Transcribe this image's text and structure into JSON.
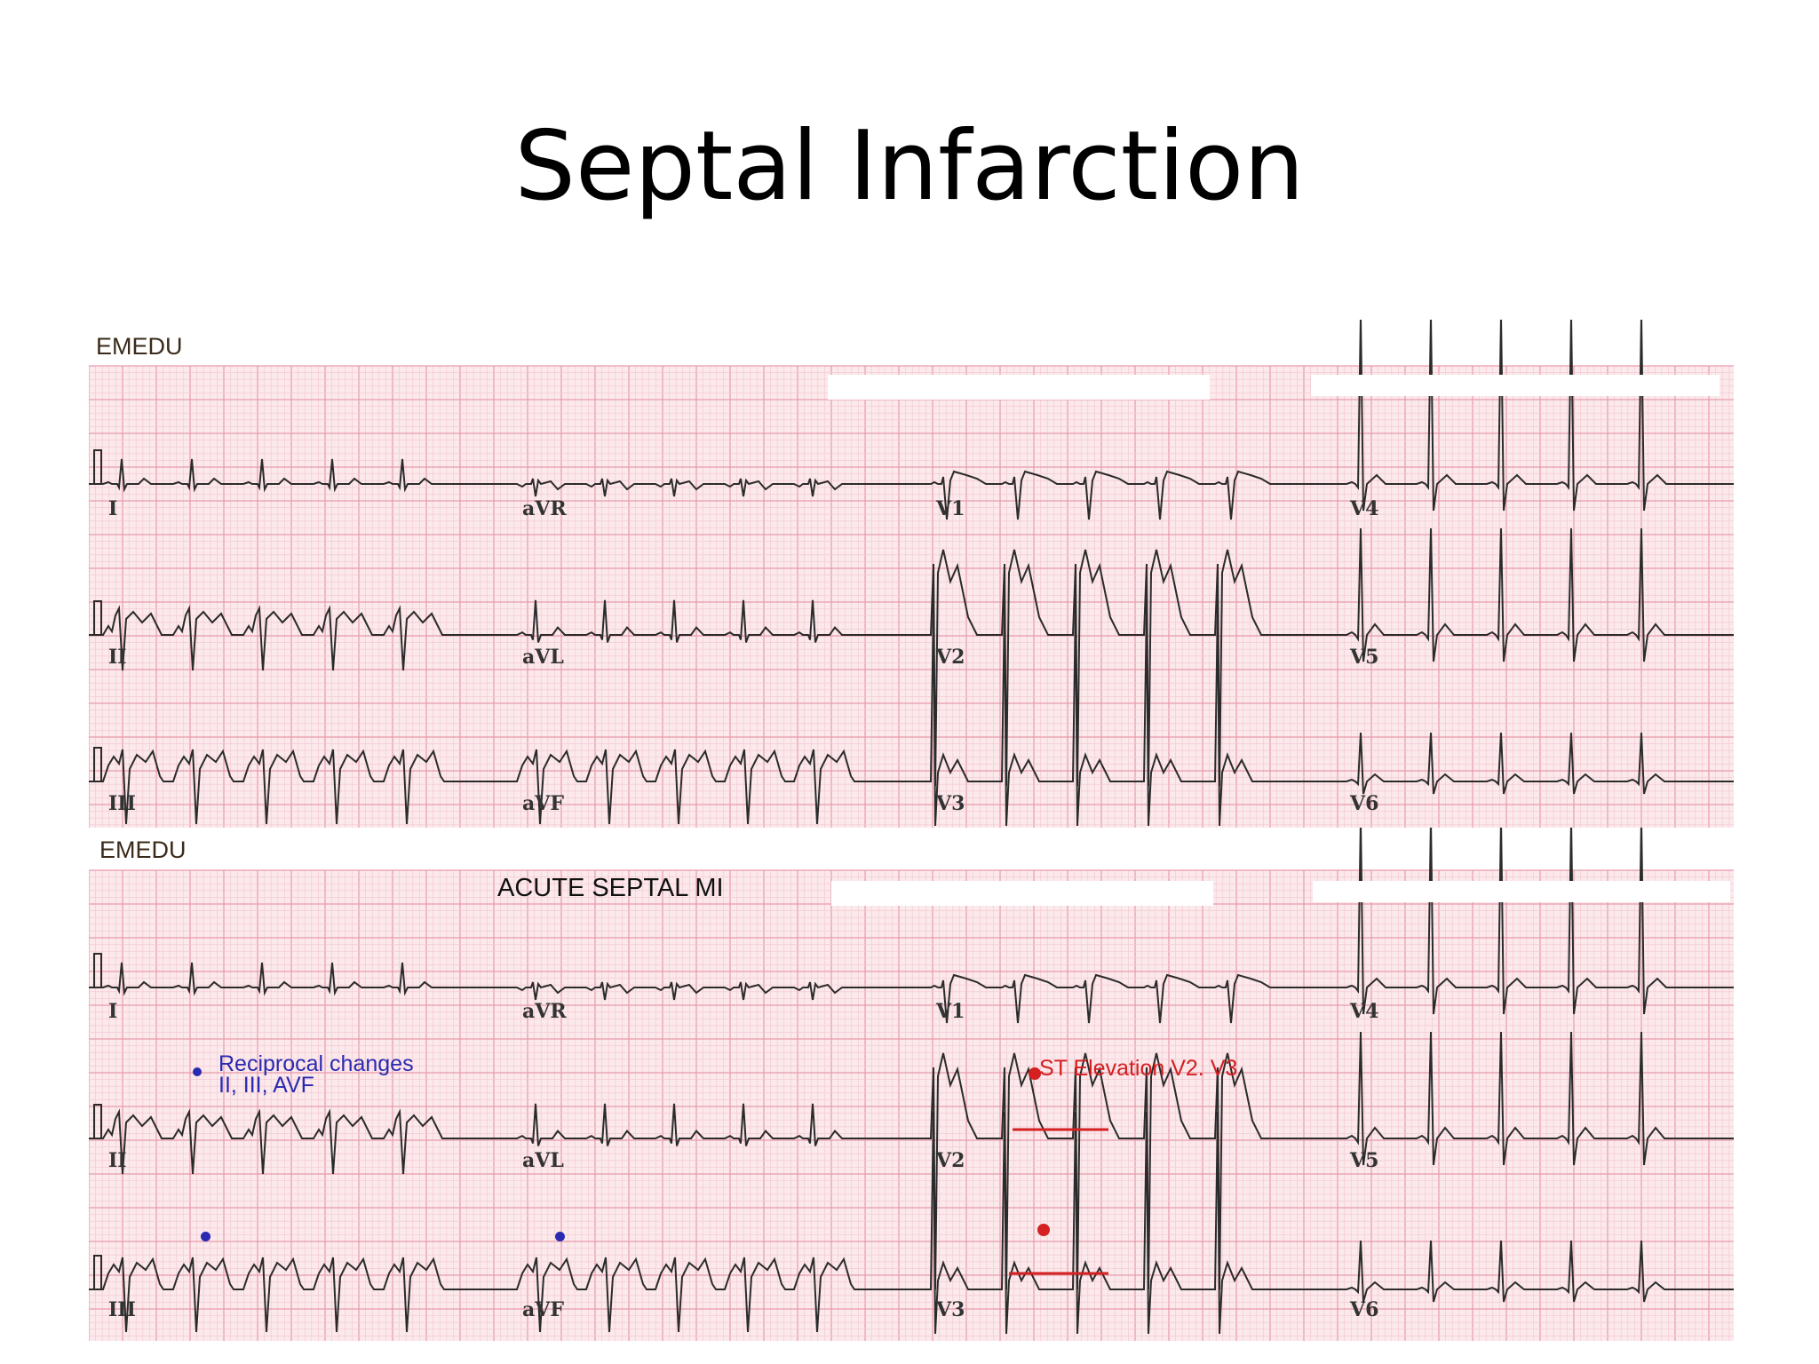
{
  "slide": {
    "title": "Septal Infarction"
  },
  "ecg_top": {
    "source_label": "EMEDU",
    "leads": [
      "I",
      "aVR",
      "V1",
      "V4",
      "II",
      "aVL",
      "V2",
      "V5",
      "III",
      "aVF",
      "V3",
      "V6"
    ]
  },
  "ecg_bottom": {
    "source_label": "EMEDU",
    "headline": "ACUTE SEPTAL MI",
    "leads": [
      "I",
      "aVR",
      "V1",
      "V4",
      "II",
      "aVL",
      "V2",
      "V5",
      "III",
      "aVF",
      "V3",
      "V6"
    ],
    "reciprocal_note": {
      "line1": "Reciprocal changes",
      "line2": "II, III, AVF"
    },
    "st_note": "ST Elevation V2. V3"
  },
  "colors": {
    "grid_background": "#fbe9ec",
    "grid_minor": "#f3c6cf",
    "grid_major": "#e89aaa",
    "trace": "#2b2b2b",
    "annotation_blue": "#2a2ab0",
    "annotation_red": "#d42020"
  }
}
